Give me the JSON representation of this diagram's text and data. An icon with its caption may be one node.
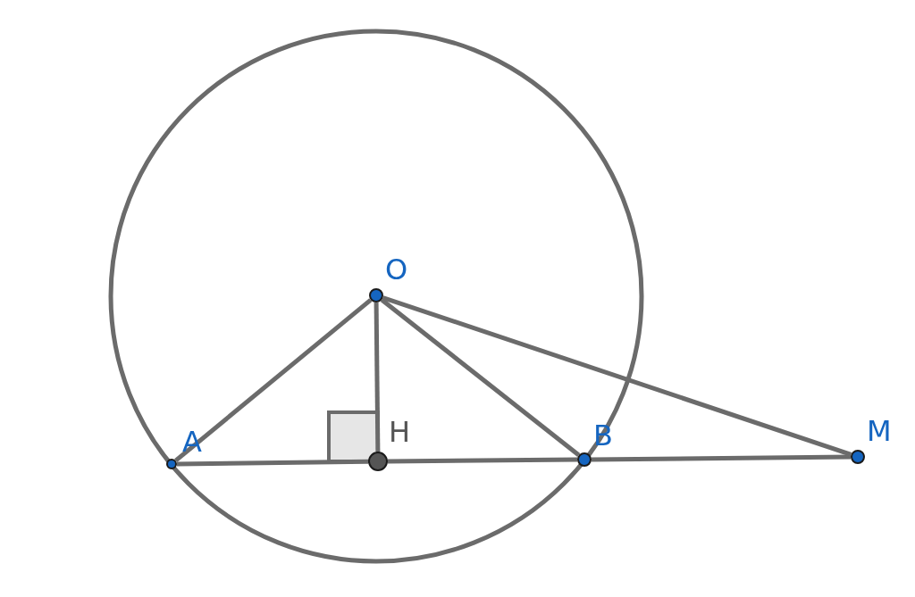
{
  "diagram": {
    "nodes": [
      {
        "text": [
          "O"
        ]
      },
      {
        "text": [
          "A"
        ]
      },
      {
        "text": [
          "H"
        ]
      },
      {
        "text": [
          "B"
        ]
      },
      {
        "text": [
          "M"
        ]
      }
    ],
    "edges": [
      {
        "from": 0,
        "to": 1,
        "arrow": "none"
      },
      {
        "from": 0,
        "to": 2,
        "arrow": "none"
      },
      {
        "from": 0,
        "to": 3,
        "arrow": "none"
      },
      {
        "from": 0,
        "to": 4,
        "arrow": "none"
      },
      {
        "from": 1,
        "to": 2,
        "arrow": "none"
      },
      {
        "from": 2,
        "to": 3,
        "arrow": "none"
      },
      {
        "from": 3,
        "to": 4,
        "arrow": "none"
      }
    ]
  }
}
